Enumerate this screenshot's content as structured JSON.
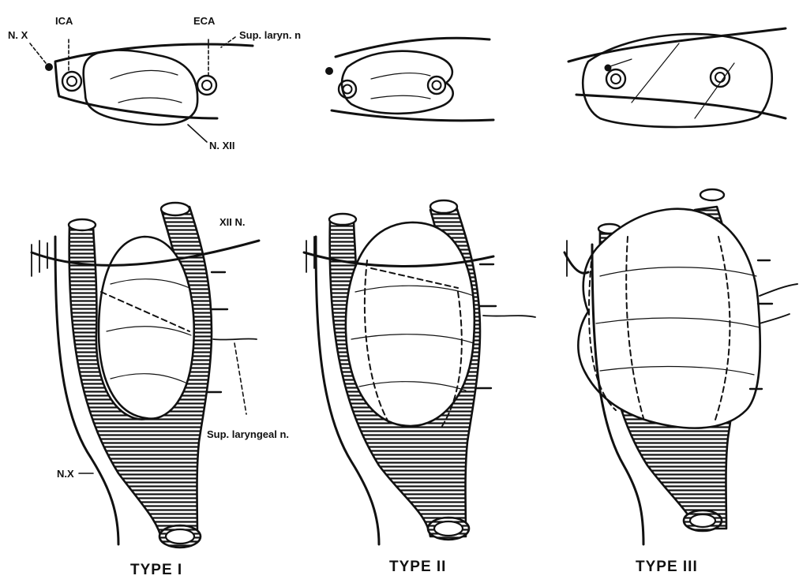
{
  "labels": {
    "n_x_top": "N. X",
    "ica": "ICA",
    "eca": "ECA",
    "sup_laryn_top": "Sup. laryn. n",
    "n_xii_top": "N. XII",
    "xii_n": "XII N.",
    "sup_laryngeal": "Sup. laryngeal n.",
    "nx_bottom": "N.X"
  },
  "types": [
    "TYPE I",
    "TYPE II",
    "TYPE III"
  ],
  "colors": {
    "ink": "#111111",
    "paper": "#ffffff"
  }
}
